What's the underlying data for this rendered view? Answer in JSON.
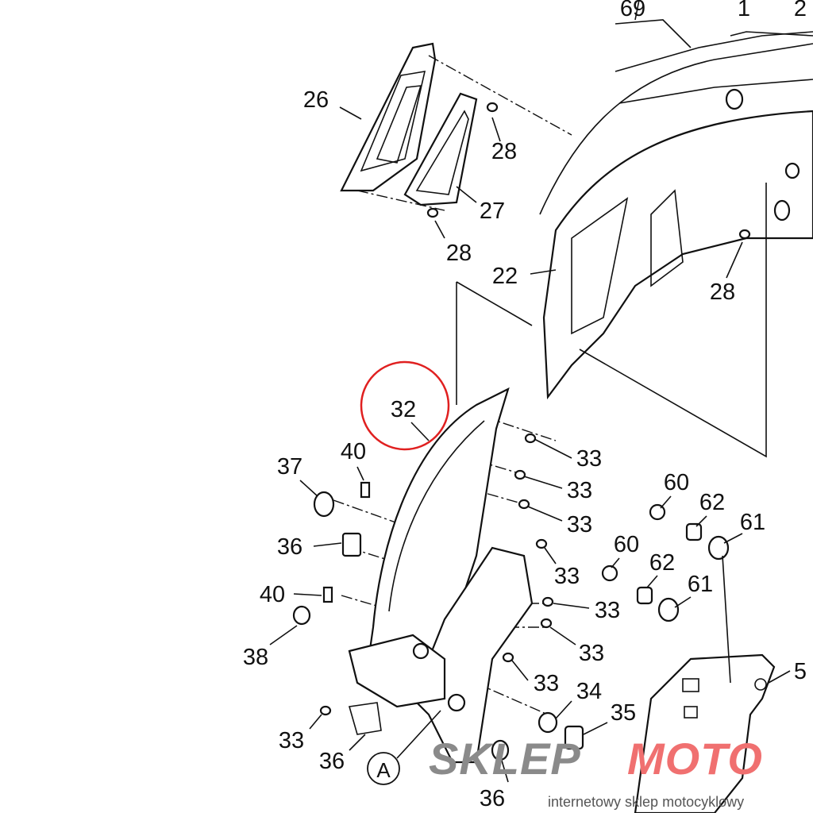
{
  "diagram": {
    "callouts": [
      "69",
      "1",
      "2",
      "26",
      "28",
      "27",
      "28",
      "22",
      "28",
      "32",
      "33",
      "33",
      "33",
      "33",
      "33",
      "33",
      "33",
      "33",
      "37",
      "40",
      "40",
      "36",
      "36",
      "36",
      "38",
      "60",
      "60",
      "62",
      "62",
      "61",
      "61",
      "34",
      "35",
      "5"
    ],
    "reference_marker": "A",
    "highlighted_part": "32",
    "highlight_color": "#e02020"
  },
  "watermark": {
    "brand_left": "SKLEP",
    "brand_right": "MOTO",
    "subtitle": "internetowy sklep motocyklowy",
    "color_left": "#8a8a8a",
    "color_right": "#f07070"
  }
}
